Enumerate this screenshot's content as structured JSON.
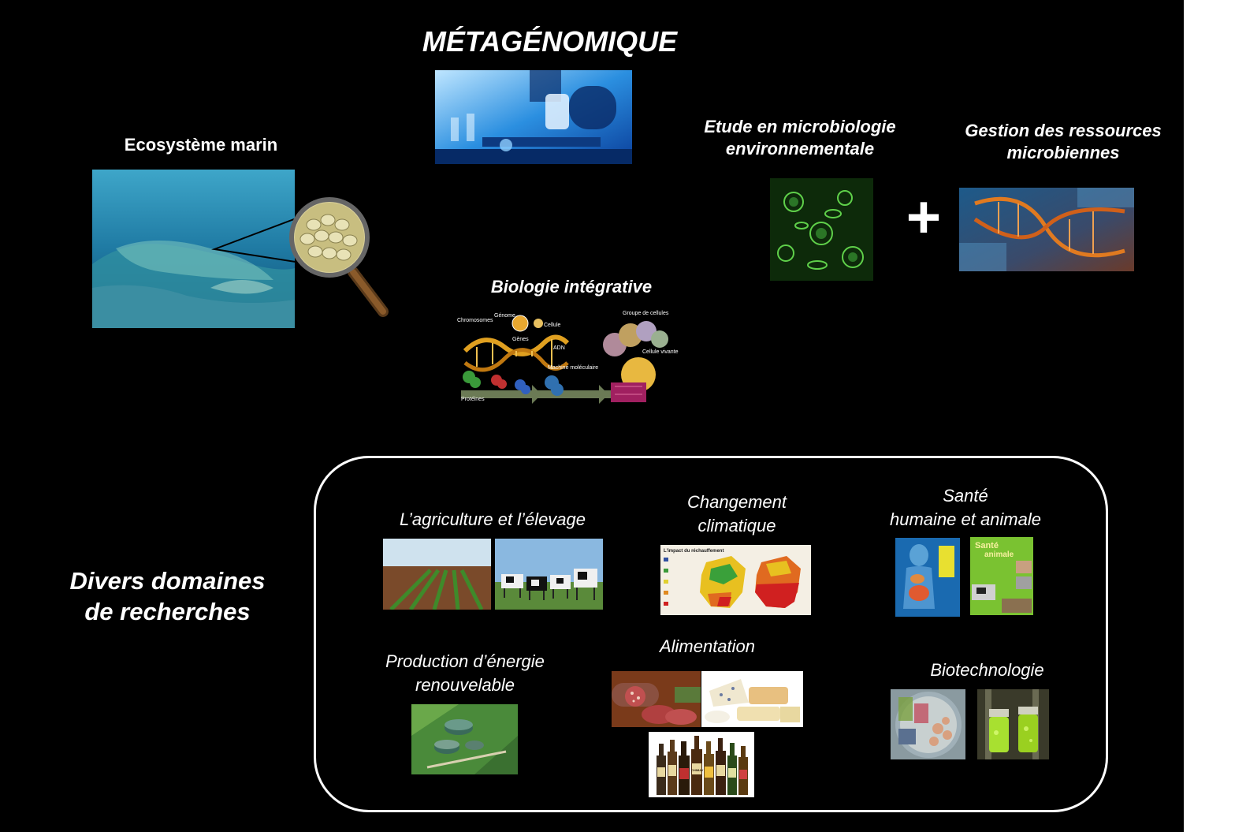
{
  "title": "MÉTAGÉNOMIQUE",
  "ecosystem": {
    "label": "Ecosystème marin"
  },
  "environmental_study": {
    "line1": "Etude en microbiologie",
    "line2": "environnementale"
  },
  "resource_management": {
    "line1": "Gestion des ressources",
    "line2": "microbiennes"
  },
  "plus_sign": "+",
  "integrative_biology": {
    "label": "Biologie intégrative",
    "diagram_labels": {
      "chromosomes": "Chromosomes",
      "genome": "Génome",
      "cellule": "Cellule",
      "genes": "Gènes",
      "adn": "ADN",
      "machine": "Machine moléculaire",
      "proteines": "Protéines",
      "groupe": "Groupe de cellules",
      "vivante": "Cellule vivante"
    }
  },
  "research": {
    "heading_line1": "Divers domaines",
    "heading_line2": "de recherches",
    "agriculture": "L’agriculture et l’élevage",
    "climate_line1": "Changement",
    "climate_line2": "climatique",
    "health_line1": "Santé",
    "health_line2": "humaine et animale",
    "energy_line1": "Production d’énergie",
    "energy_line2": "renouvelable",
    "food": "Alimentation",
    "biotech": "Biotechnologie"
  },
  "book_covers": {
    "climate_map_title": "L'impact du réchauffement",
    "health_book_title_line1": "Santé",
    "health_book_title_line2": "animale",
    "beer_label": "CHIMAY"
  },
  "colors": {
    "background": "#000000",
    "text": "#ffffff",
    "frame": "#ffffff",
    "ocean": "#2a7fa8",
    "microbe_green": "#3fa83a",
    "health_book_green": "#7ac231"
  }
}
